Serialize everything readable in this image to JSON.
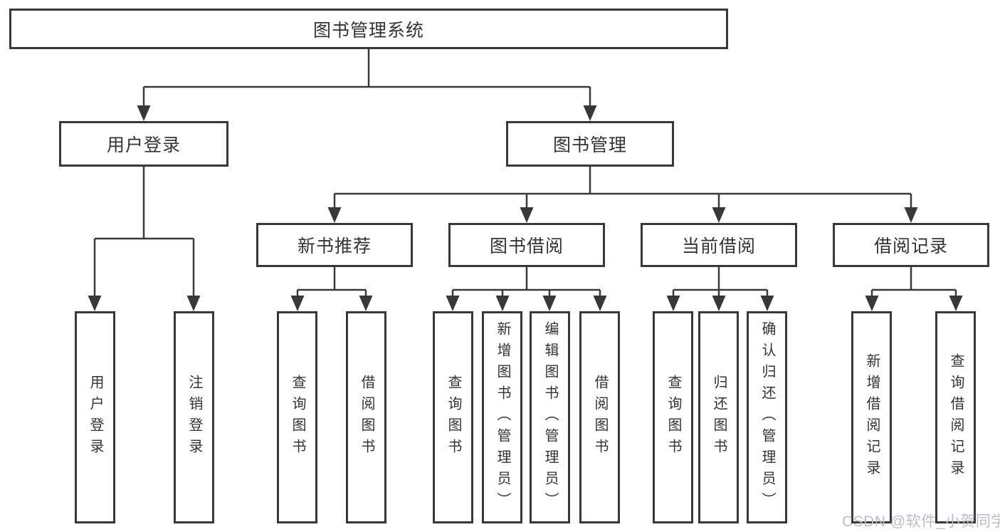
{
  "tree": {
    "root": {
      "label": "图书管理系统",
      "children": [
        {
          "label": "用户登录",
          "children": [
            {
              "label": "用户登录"
            },
            {
              "label": "注销登录"
            }
          ]
        },
        {
          "label": "图书管理",
          "children": [
            {
              "label": "新书推荐",
              "children": [
                {
                  "label": "查询图书"
                },
                {
                  "label": "借阅图书"
                }
              ]
            },
            {
              "label": "图书借阅",
              "children": [
                {
                  "label": "查询图书"
                },
                {
                  "label": "新增图书（管理员）"
                },
                {
                  "label": "编辑图书（管理员）"
                },
                {
                  "label": "借阅图书"
                }
              ]
            },
            {
              "label": "当前借阅",
              "children": [
                {
                  "label": "查询图书"
                },
                {
                  "label": "归还图书"
                },
                {
                  "label": "确认归还（管理员）"
                }
              ]
            },
            {
              "label": "借阅记录",
              "children": [
                {
                  "label": "新增借阅记录"
                },
                {
                  "label": "查询借阅记录"
                }
              ]
            }
          ]
        }
      ]
    }
  },
  "watermark": {
    "text": "CSDN @软件_小贺同学"
  },
  "colors": {
    "line": "#3a3a3a",
    "box_border": "#383838",
    "text": "#333333",
    "background": "#ffffff",
    "watermark": "#b9bdc6"
  }
}
